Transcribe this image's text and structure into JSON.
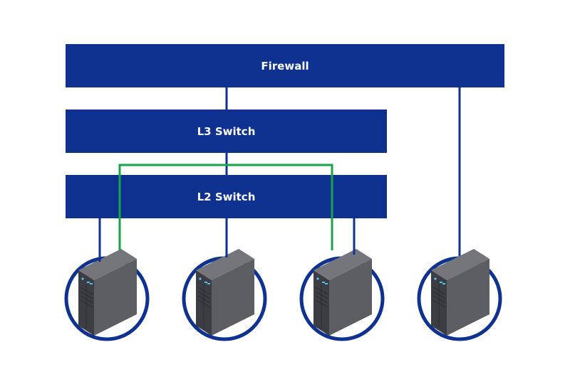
{
  "diagram": {
    "nodes": {
      "firewall": "Firewall",
      "l3_switch": "L3 Switch",
      "l2_switch": "L2 Switch"
    },
    "servers": [
      {
        "id": "server-1",
        "icon": "server-icon"
      },
      {
        "id": "server-2",
        "icon": "server-icon"
      },
      {
        "id": "server-3",
        "icon": "server-icon"
      },
      {
        "id": "server-4",
        "icon": "server-icon"
      }
    ],
    "links": [
      {
        "from": "firewall",
        "to": "l3_switch",
        "type": "primary"
      },
      {
        "from": "l3_switch",
        "to": "l2_switch",
        "type": "primary"
      },
      {
        "from": "firewall",
        "to": "server-4",
        "type": "primary"
      },
      {
        "from": "l2_switch",
        "to": "server-1",
        "type": "primary"
      },
      {
        "from": "l2_switch",
        "to": "server-2",
        "type": "primary"
      },
      {
        "from": "l2_switch",
        "to": "server-3",
        "type": "primary"
      },
      {
        "from": "server-1",
        "to": "server-3",
        "type": "secondary"
      }
    ],
    "colors": {
      "primary": "#0f3190",
      "secondary": "#1aa34a",
      "server_body": "#5a5b60"
    }
  }
}
